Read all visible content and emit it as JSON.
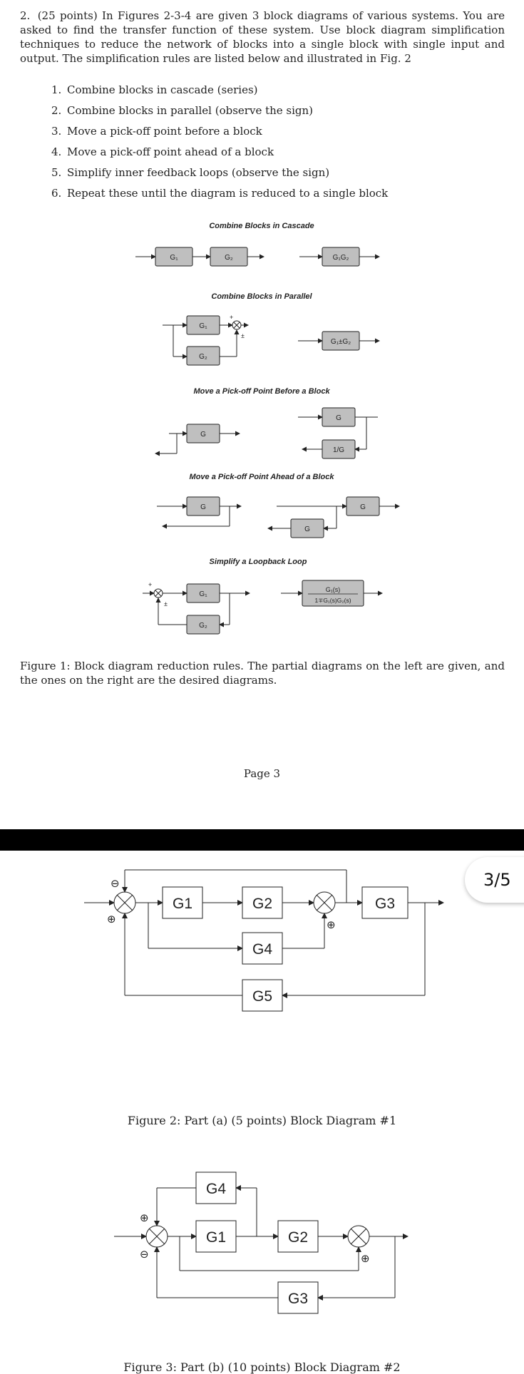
{
  "problem": {
    "number": "2.",
    "text": "(25 points) In Figures 2-3-4 are given 3 block diagrams of various systems. You are asked to find the transfer function of these system. Use block diagram simplification techniques to reduce the network of blocks into a single block with single input and output. The simplification rules are listed below and illustrated in Fig. 2"
  },
  "rules": [
    {
      "n": "1.",
      "text": "Combine blocks in cascade (series)"
    },
    {
      "n": "2.",
      "text": "Combine blocks in parallel (observe the sign)"
    },
    {
      "n": "3.",
      "text": "Move a pick-off point before a block"
    },
    {
      "n": "4.",
      "text": "Move a pick-off point ahead of a block"
    },
    {
      "n": "5.",
      "text": "Simplify inner feedback loops (observe the sign)"
    },
    {
      "n": "6.",
      "text": "Repeat these until the diagram is reduced to a single block"
    }
  ],
  "figure1": {
    "titles": {
      "cascade": "Combine Blocks in Cascade",
      "parallel": "Combine Blocks in Parallel",
      "before": "Move a Pick-off Point Before a Block",
      "ahead": "Move a Pick-off Point Ahead of a Block",
      "loop": "Simplify a Loopback Loop"
    },
    "blocks": {
      "g1": "G₁",
      "g2": "G₂",
      "g1g2": "G₁G₂",
      "g1pmg2": "G₁±G₂",
      "g": "G",
      "inv_g": "1/G",
      "loop_num": "G₁(s)",
      "loop_den": "1∓G₁(s)G₂(s)"
    },
    "signs": {
      "plus": "+",
      "pm": "±"
    },
    "caption": "Figure 1: Block diagram reduction rules. The partial diagrams on the left are given, and the ones on the right are the desired diagrams."
  },
  "page_number": "Page 3",
  "page_badge": "3/5",
  "figure2": {
    "blocks": {
      "g1": "G1",
      "g2": "G2",
      "g3": "G3",
      "g4": "G4",
      "g5": "G5"
    },
    "signs": {
      "minus": "⊖",
      "plus": "⊕"
    },
    "caption": "Figure 2: Part (a) (5 points) Block Diagram #1"
  },
  "figure3": {
    "blocks": {
      "g1": "G1",
      "g2": "G2",
      "g3": "G3",
      "g4": "G4"
    },
    "signs": {
      "minus": "⊖",
      "plus": "⊕"
    },
    "caption": "Figure 3: Part (b) (10 points) Block Diagram #2"
  }
}
